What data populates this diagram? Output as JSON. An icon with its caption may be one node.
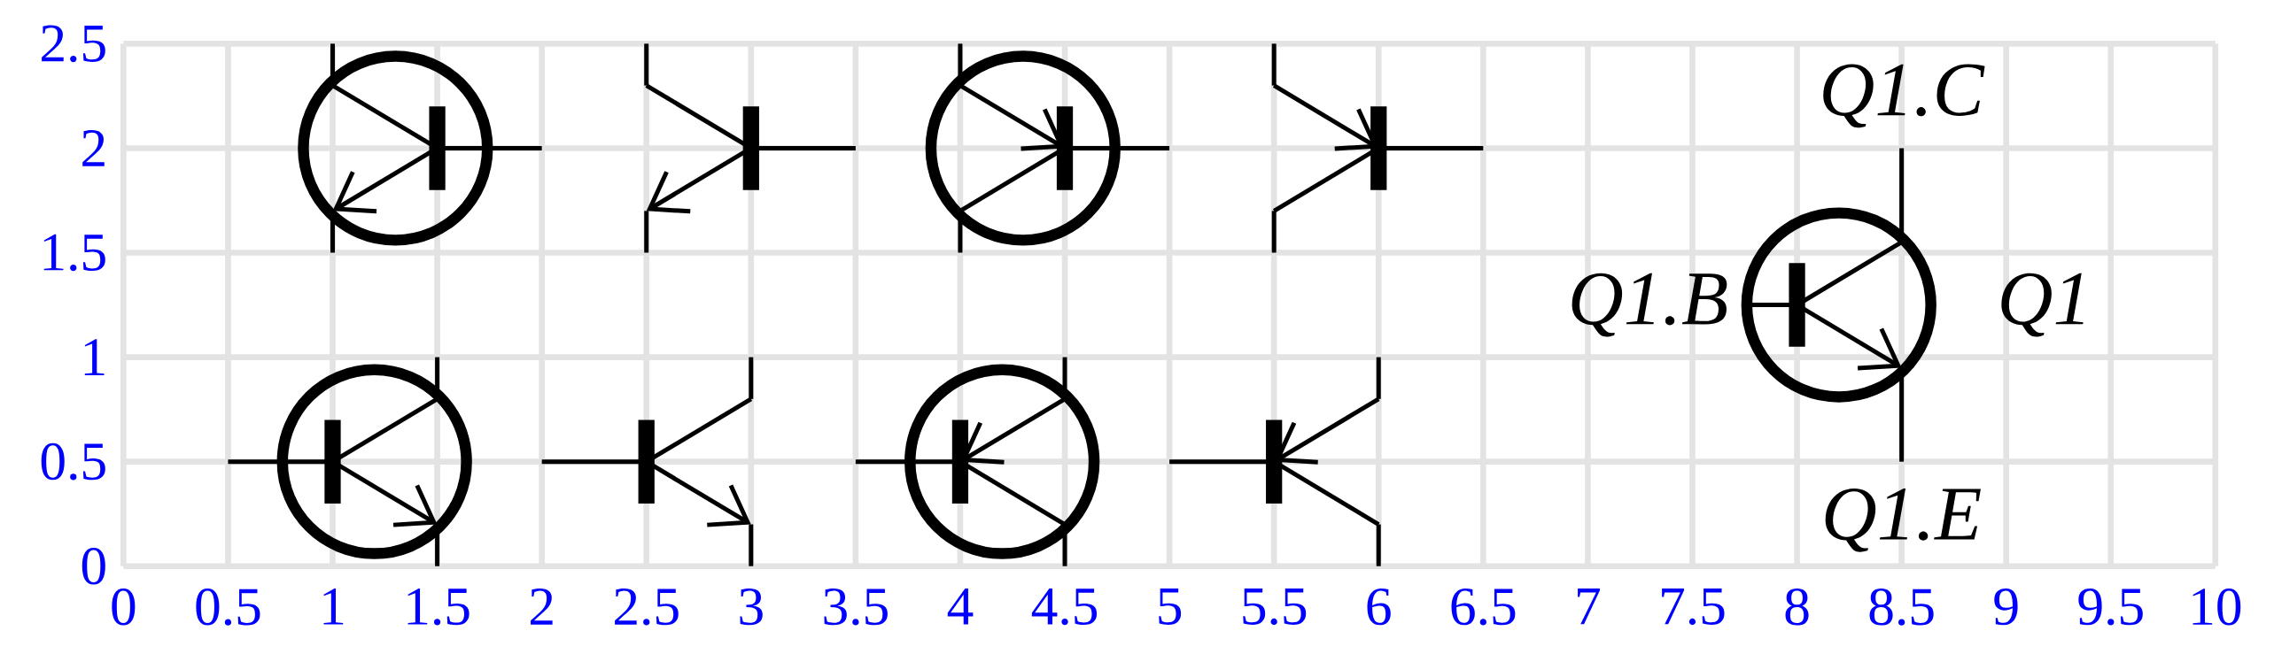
{
  "diagram": {
    "labels": [
      "2.5",
      "2",
      "1.5",
      "1",
      "0.5",
      "0",
      "Q1.C",
      "Q1.B",
      "Q1",
      "Q1.E",
      "0",
      "0.5",
      "1",
      "1.5",
      "2",
      "2.5",
      "3",
      "3.5",
      "4",
      "4.5",
      "5",
      "5.5",
      "6",
      "6.5",
      "7",
      "7.5",
      "8",
      "8.5",
      "9",
      "9.5",
      "10"
    ]
  }
}
